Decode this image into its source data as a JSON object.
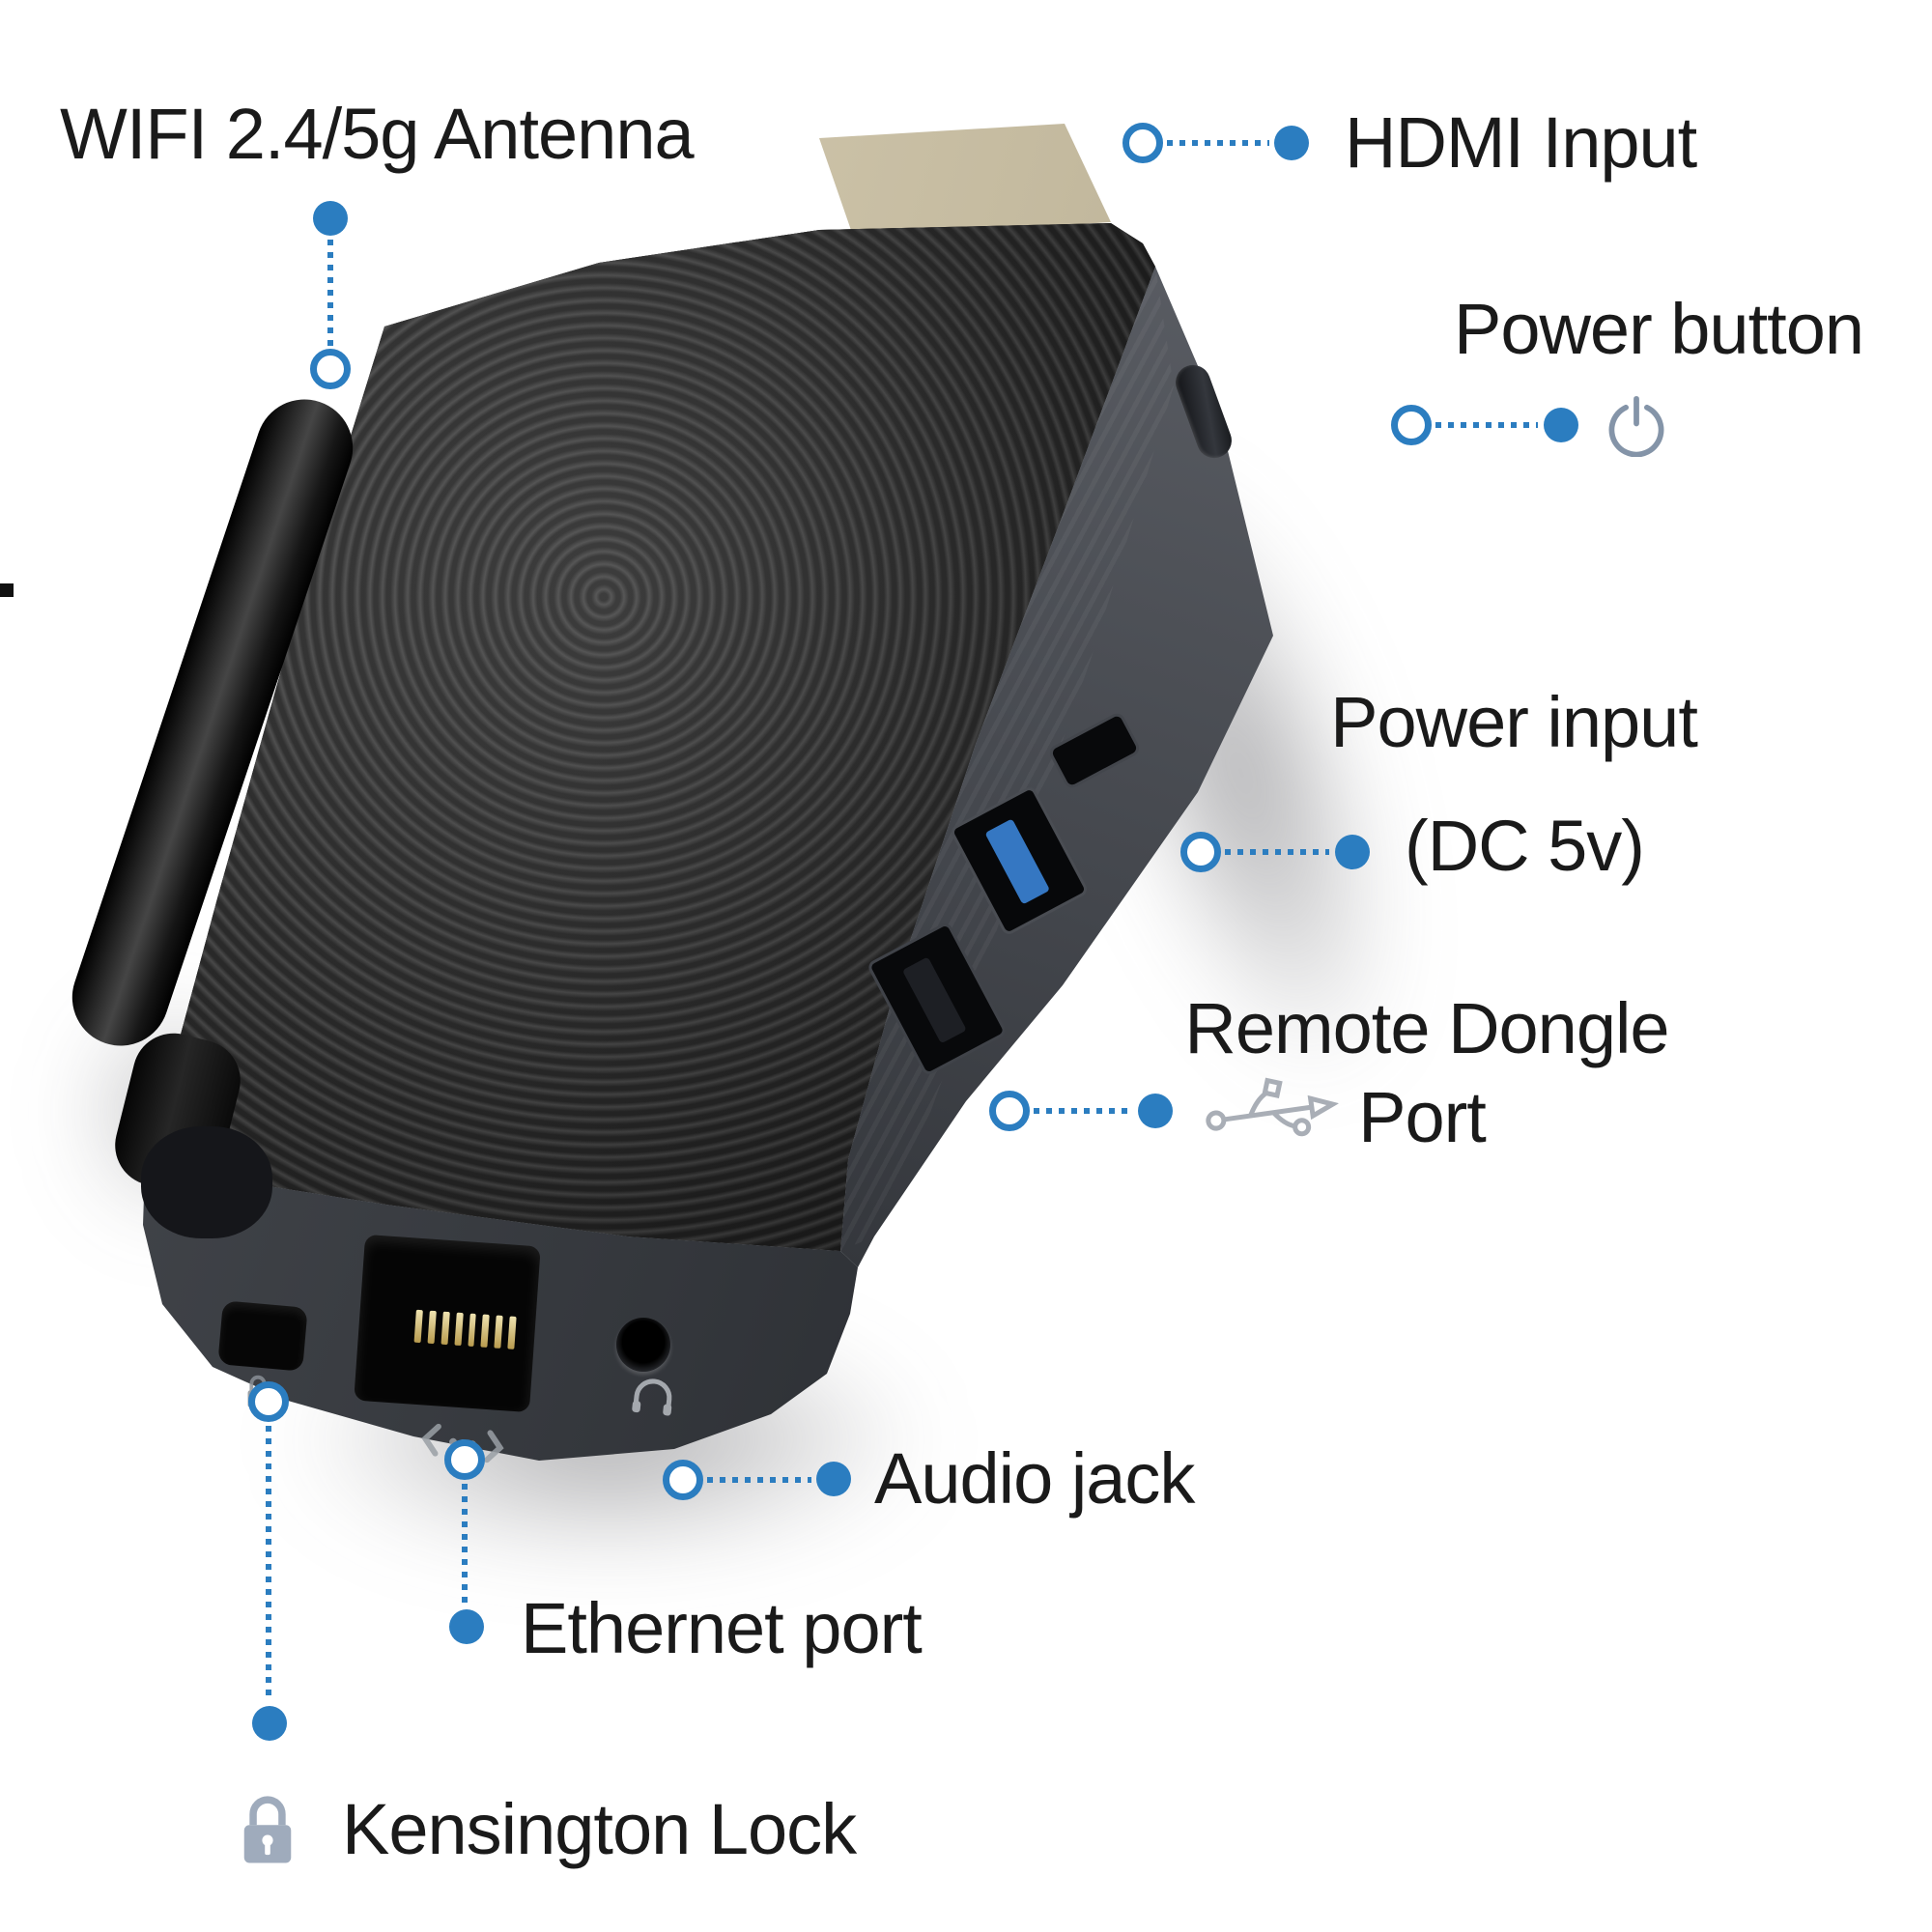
{
  "colors": {
    "accent_blue": "#2b7dc0",
    "label_text": "#1a1a1a",
    "power_icon_gray": "#8494a8",
    "usb_icon_gray": "#a9aeb6",
    "lock_icon_gray": "#9fabbc"
  },
  "callouts": {
    "wifi_antenna": {
      "label": "WIFI 2.4/5g Antenna"
    },
    "hdmi_input": {
      "label": "HDMI Input"
    },
    "power_button": {
      "label": "Power button"
    },
    "power_input": {
      "line1": "Power input",
      "line2": "(DC 5v)"
    },
    "remote_dongle_port": {
      "line1": "Remote Dongle",
      "line2": "Port"
    },
    "audio_jack": {
      "label": "Audio jack"
    },
    "ethernet_port": {
      "label": "Ethernet port"
    },
    "kensington_lock": {
      "label": "Kensington Lock"
    }
  }
}
